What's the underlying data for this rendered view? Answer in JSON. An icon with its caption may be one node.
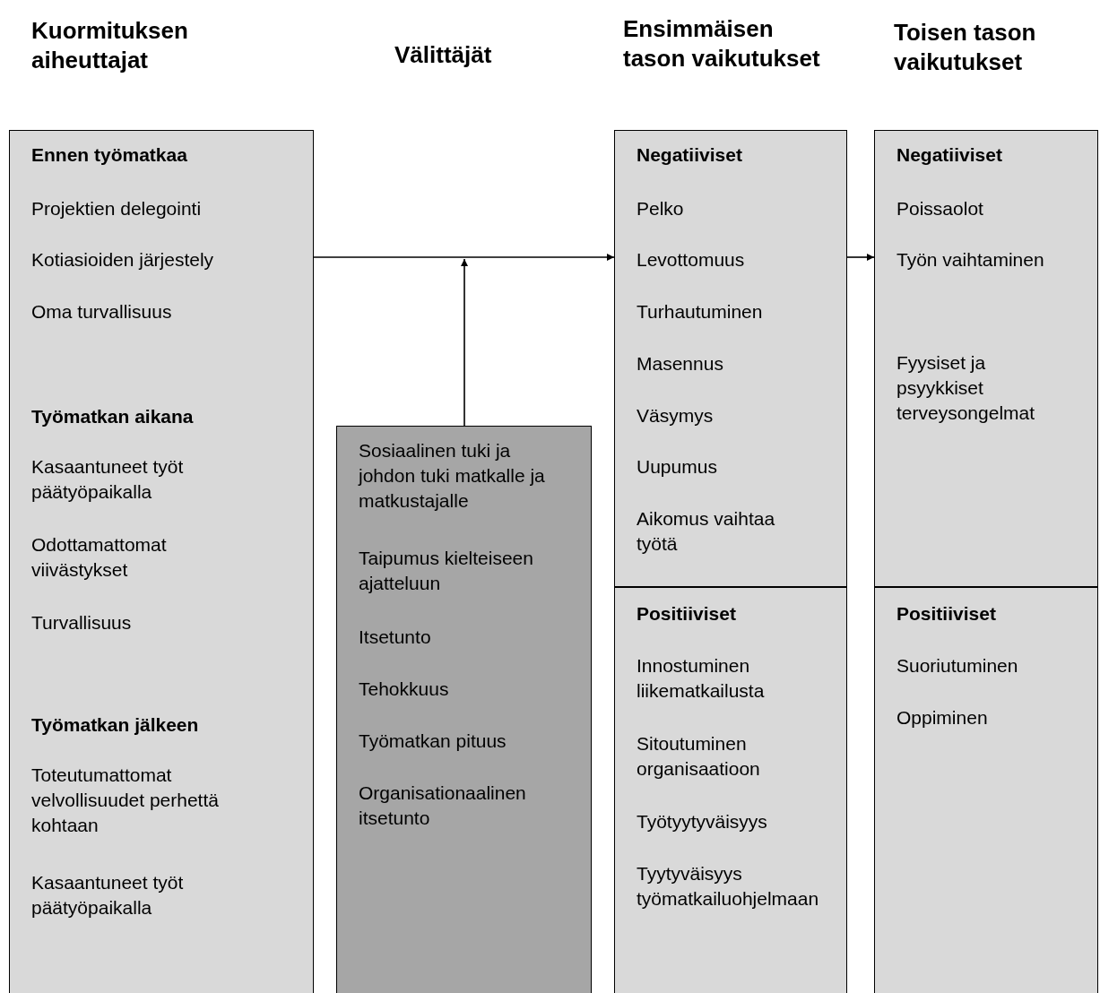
{
  "diagram": {
    "nodes": [
      {
        "text": [
          "Kuormituksen aiheuttajat",
          "Ennen työmatkaa",
          "Projektien delegointi",
          "Kotiasioiden järjestely",
          "Oma turvallisuus",
          "Työmatkan aikana",
          "Kasaantuneet työt päätyöpaikalla",
          "Odottamattomat viivästykset",
          "Turvallisuus",
          "Työmatkan jälkeen",
          "Toteutumattomat velvollisuudet perhettä kohtaan",
          "Kasaantuneet työt päätyöpaikalla"
        ]
      },
      {
        "text": [
          "Sosiaalinen tuki ja johdon tuki matkalle ja matkustajalle",
          "Taipumus kielteiseen ajatteluun",
          "Itsetunto",
          "Tehokkuus",
          "Työmatkan pituus",
          "Organisationaalinen itsetunto"
        ]
      },
      {
        "text": [
          "Ensimmäisen tason vaikutukset",
          "Negatiiviset",
          "Pelko",
          "Levottomuus",
          "Turhautuminen",
          "Masennus",
          "Väsymys",
          "Uupumus",
          "Aikomus vaihtaa työtä"
        ]
      },
      {
        "text": [
          "Positiiviset",
          "Innostuminen liikematkailusta",
          "Sitoutuminen organisaatioon",
          "Työtyytyväisyys",
          "Tyytyväisyys työmatkailuohjelmaan"
        ]
      },
      {
        "text": [
          "Toisen tason vaikutukset",
          "Negatiiviset",
          "Poissaolot",
          "Työn vaihtaminen",
          "Fyysiset ja psyykkiset terveysongelmat"
        ]
      },
      {
        "text": [
          "Positiiviset",
          "Suoriutuminen",
          "Oppiminen"
        ]
      }
    ],
    "edges": [
      {
        "from": 0,
        "to": 2,
        "arrow": "to"
      },
      {
        "from": 1,
        "to": null,
        "arrow": "to"
      },
      {
        "from": 2,
        "to": 4,
        "arrow": "to"
      }
    ],
    "labels": [
      "Välittäjät"
    ]
  }
}
